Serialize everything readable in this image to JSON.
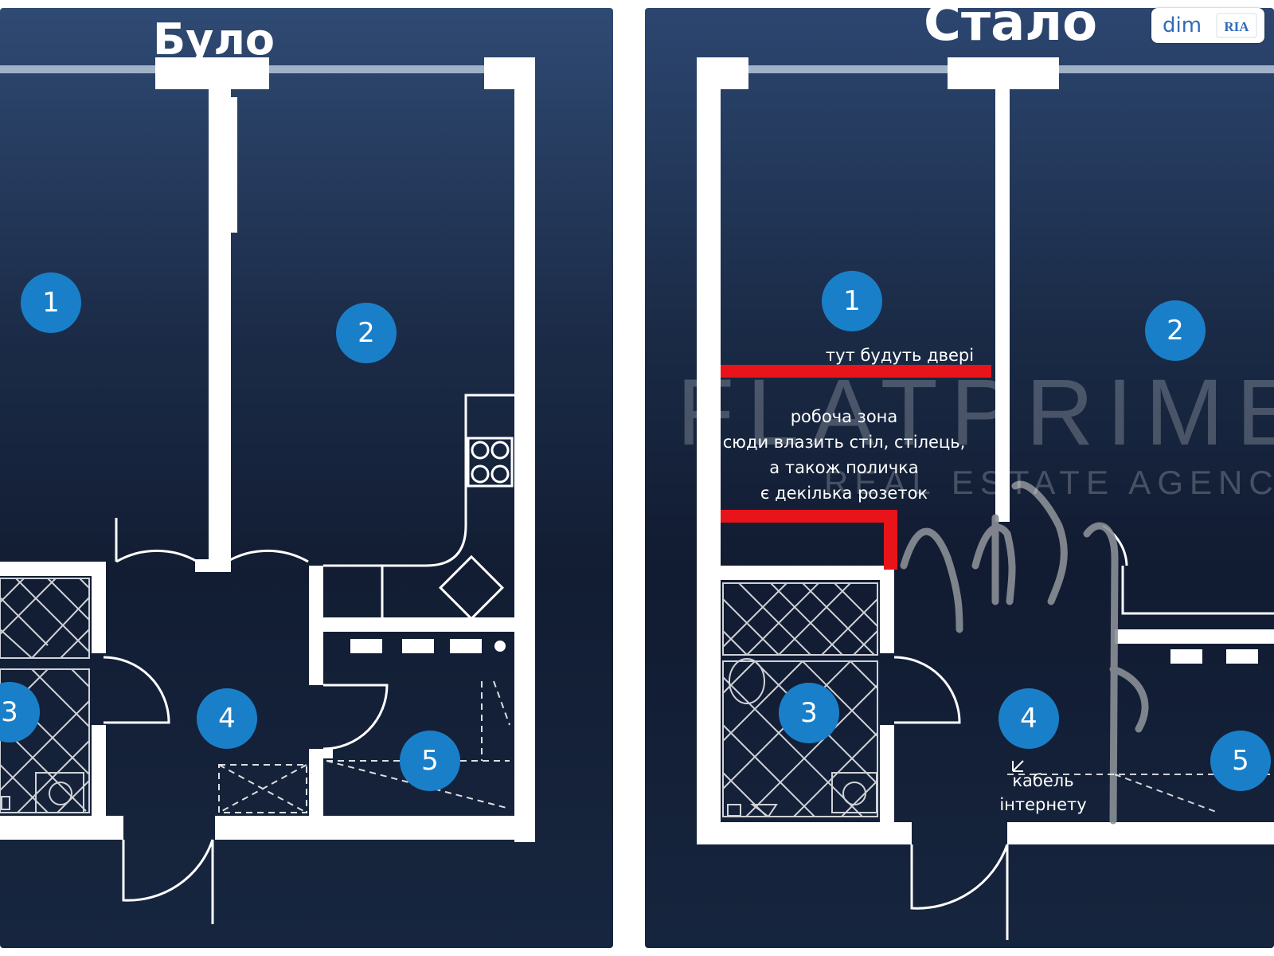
{
  "diagram": {
    "before": {
      "title": "Було",
      "rooms": [
        {
          "number": "1",
          "label": "1"
        },
        {
          "number": "2",
          "label": "2"
        },
        {
          "number": "3",
          "label": "3"
        },
        {
          "number": "4",
          "label": "4"
        },
        {
          "number": "5",
          "label": "5"
        }
      ]
    },
    "after": {
      "title": "Стало",
      "rooms": [
        {
          "number": "1",
          "label": "1"
        },
        {
          "number": "2",
          "label": "2"
        },
        {
          "number": "3",
          "label": "3"
        },
        {
          "number": "4",
          "label": "4"
        },
        {
          "number": "5",
          "label": "5"
        }
      ],
      "annotations": {
        "door": "тут будуть двері",
        "workzone": [
          "робоча зона",
          "сюди влазить стіл, стілець,",
          "а також поличка",
          "є декілька розеток"
        ],
        "cable": [
          "кабель",
          "інтернету"
        ]
      }
    },
    "colors": {
      "wall": "#ffffff",
      "highlight": "#e8141a",
      "badge": "#1a7fc9"
    }
  },
  "logo": {
    "text": "dim",
    "brand": "RIA"
  },
  "watermark": {
    "name": "FLATPRIME",
    "tagline": "REAL ESTATE AGENCY"
  }
}
